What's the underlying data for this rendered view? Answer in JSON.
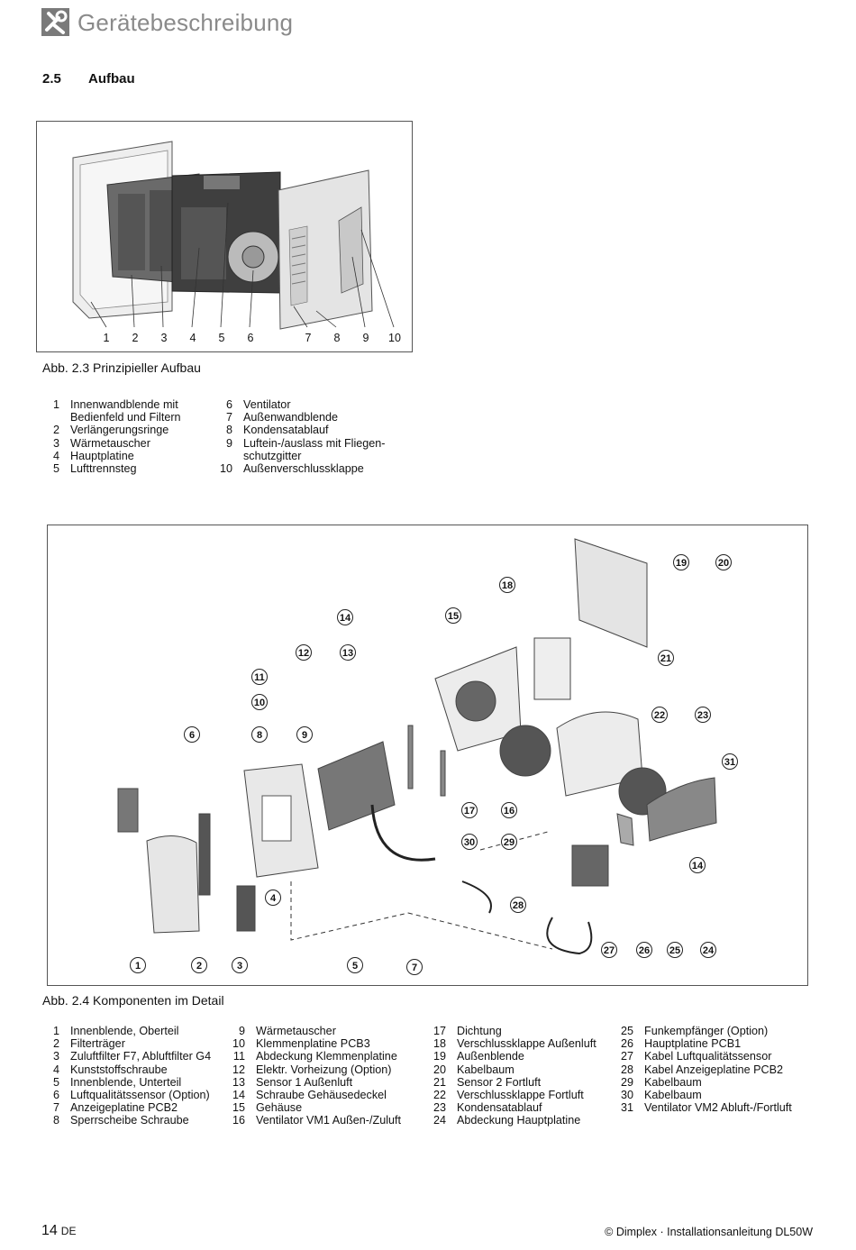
{
  "header": {
    "title": "Gerätebeschreibung",
    "icon": "tools-icon"
  },
  "section": {
    "number": "2.5",
    "title": "Aufbau"
  },
  "figure1": {
    "caption": "Abb. 2.3  Prinzipieller Aufbau",
    "labels": [
      "1",
      "2",
      "3",
      "4",
      "5",
      "6",
      "7",
      "8",
      "9",
      "10"
    ],
    "legend_left": [
      {
        "n": "1",
        "t": "Innenwandblende mit"
      },
      {
        "n": "",
        "t": "Bedienfeld und Filtern"
      },
      {
        "n": "2",
        "t": "Verlängerungsringe"
      },
      {
        "n": "3",
        "t": "Wärmetauscher"
      },
      {
        "n": "4",
        "t": "Hauptplatine"
      },
      {
        "n": "5",
        "t": "Lufttrennsteg"
      }
    ],
    "legend_right": [
      {
        "n": "6",
        "t": "Ventilator"
      },
      {
        "n": "7",
        "t": "Außenwandblende"
      },
      {
        "n": "8",
        "t": "Kondensatablauf"
      },
      {
        "n": "9",
        "t": "Luftein-/auslass mit Fliegen-"
      },
      {
        "n": "",
        "t": "schutzgitter"
      },
      {
        "n": "10",
        "t": "Außenverschlussklappe"
      }
    ]
  },
  "figure2": {
    "caption": "Abb. 2.4  Komponenten im Detail",
    "callouts": [
      "1",
      "2",
      "3",
      "4",
      "5",
      "6",
      "7",
      "8",
      "9",
      "10",
      "11",
      "12",
      "13",
      "14",
      "15",
      "16",
      "17",
      "18",
      "19",
      "20",
      "21",
      "22",
      "23",
      "24",
      "25",
      "26",
      "27",
      "28",
      "29",
      "30",
      "31",
      "14"
    ],
    "legend_col1": [
      {
        "n": "1",
        "t": "Innenblende, Oberteil"
      },
      {
        "n": "2",
        "t": "Filterträger"
      },
      {
        "n": "3",
        "t": "Zuluftfilter F7, Abluftfilter G4"
      },
      {
        "n": "4",
        "t": "Kunststoffschraube"
      },
      {
        "n": "5",
        "t": "Innenblende, Unterteil"
      },
      {
        "n": "6",
        "t": "Luftqualitätssensor (Option)"
      },
      {
        "n": "7",
        "t": "Anzeigeplatine PCB2"
      },
      {
        "n": "8",
        "t": "Sperrscheibe Schraube"
      }
    ],
    "legend_col2": [
      {
        "n": "9",
        "t": "Wärmetauscher"
      },
      {
        "n": "10",
        "t": "Klemmenplatine PCB3"
      },
      {
        "n": "11",
        "t": "Abdeckung Klemmenplatine"
      },
      {
        "n": "12",
        "t": "Elektr. Vorheizung (Option)"
      },
      {
        "n": "13",
        "t": "Sensor 1 Außenluft"
      },
      {
        "n": "14",
        "t": "Schraube Gehäusedeckel"
      },
      {
        "n": "15",
        "t": "Gehäuse"
      },
      {
        "n": "16",
        "t": "Ventilator VM1 Außen-/Zuluft"
      }
    ],
    "legend_col3": [
      {
        "n": "17",
        "t": "Dichtung"
      },
      {
        "n": "18",
        "t": "Verschlussklappe Außenluft"
      },
      {
        "n": "19",
        "t": "Außenblende"
      },
      {
        "n": "20",
        "t": "Kabelbaum"
      },
      {
        "n": "21",
        "t": "Sensor 2 Fortluft"
      },
      {
        "n": "22",
        "t": "Verschlussklappe Fortluft"
      },
      {
        "n": "23",
        "t": "Kondensatablauf"
      },
      {
        "n": "24",
        "t": "Abdeckung Hauptplatine"
      }
    ],
    "legend_col4": [
      {
        "n": "25",
        "t": "Funkempfänger (Option)"
      },
      {
        "n": "26",
        "t": "Hauptplatine PCB1"
      },
      {
        "n": "27",
        "t": "Kabel Luftqualitätssensor"
      },
      {
        "n": "28",
        "t": "Kabel Anzeigeplatine PCB2"
      },
      {
        "n": "29",
        "t": "Kabelbaum"
      },
      {
        "n": "30",
        "t": "Kabelbaum"
      },
      {
        "n": "31",
        "t": "Ventilator VM2 Abluft-/Fortluft"
      }
    ]
  },
  "footer": {
    "page": "14",
    "lang": "DE",
    "right": "© Dimplex · Installationsanleitung DL50W"
  }
}
